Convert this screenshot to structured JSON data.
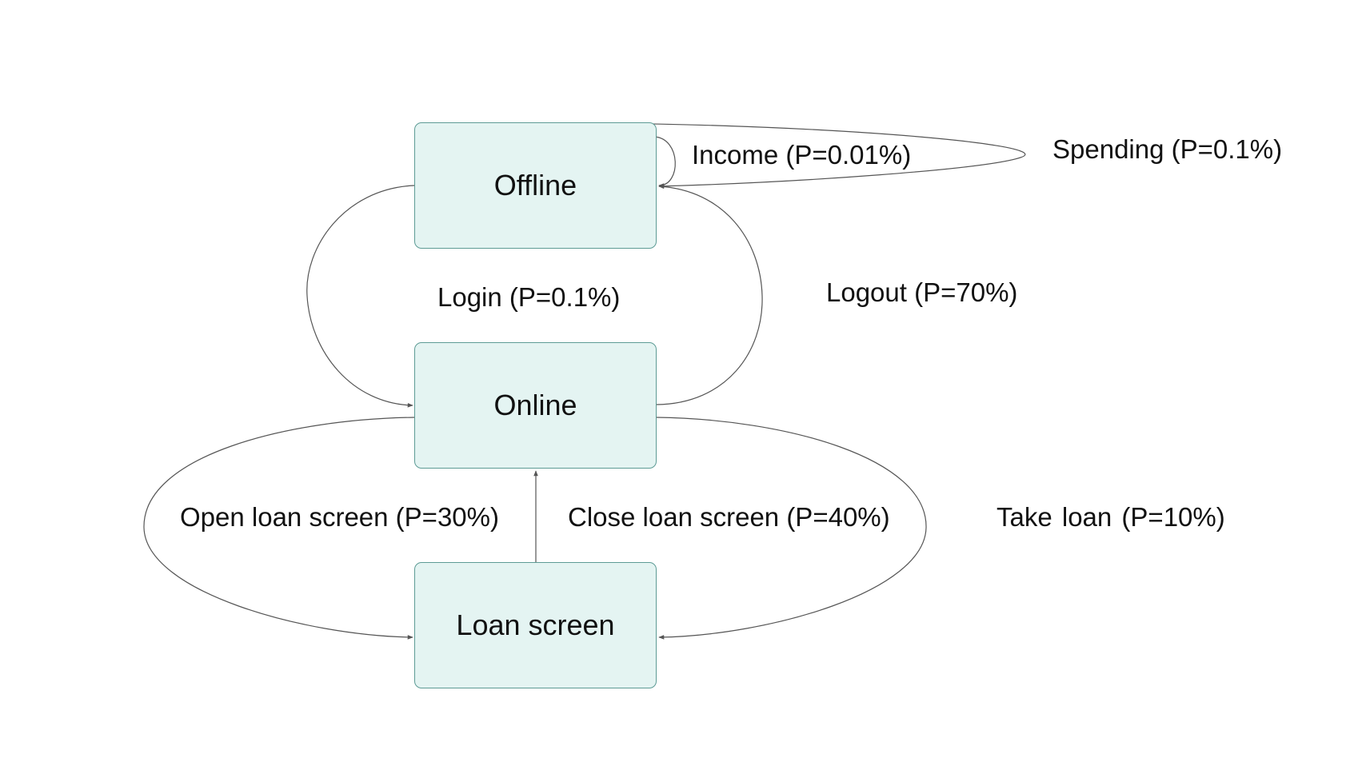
{
  "nodes": {
    "offline": "Offline",
    "online": "Online",
    "loan_screen": "Loan screen"
  },
  "edges": {
    "income": "Income (P=0.01%)",
    "spending": "Spending (P=0.1%)",
    "login": "Login (P=0.1%)",
    "logout": "Logout (P=70%)",
    "open_loan_screen": "Open loan screen (P=30%)",
    "close_loan_screen": "Close loan screen (P=40%)",
    "take_loan": "Take loan (P=10%)"
  },
  "colors": {
    "node_fill": "#e4f4f2",
    "node_border": "#5d9b95",
    "edge_stroke": "#555555"
  }
}
